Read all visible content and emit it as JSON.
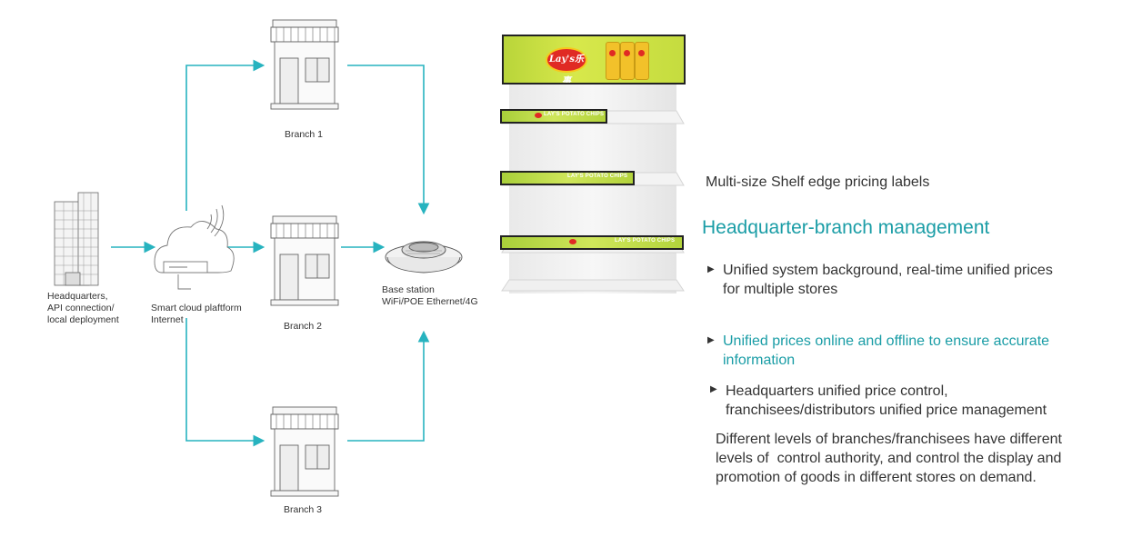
{
  "diagram": {
    "headquarters_label": "Headquarters,\nAPI connection/\nlocal deployment",
    "cloud_label": "Smart cloud plaftform\nInternet",
    "branch1_label": "Branch 1",
    "branch2_label": "Branch 2",
    "branch3_label": "Branch 3",
    "base_station_label": "Base station\nWiFi/POE Ethernet/4G",
    "arrow_color": "#27b3bf"
  },
  "shelf": {
    "strip_text": "LAY'S POTATO CHIPS",
    "logo_text": "Lay's乐事"
  },
  "panel": {
    "subtitle": "Multi-size Shelf edge pricing labels",
    "heading": "Headquarter-branch management",
    "bullet1": "Unified system background, real-time unified prices\nfor multiple stores",
    "bullet2": "Unified prices online and offline to ensure accurate\ninformation",
    "bullet3": "Headquarters unified price control,\nfranchisees/distributors unified price management",
    "paragraph": "Different levels of branches/franchisees have different\nlevels of  control authority, and control the display and\npromotion of goods in different stores on demand.",
    "accent_color": "#1a9da6"
  }
}
